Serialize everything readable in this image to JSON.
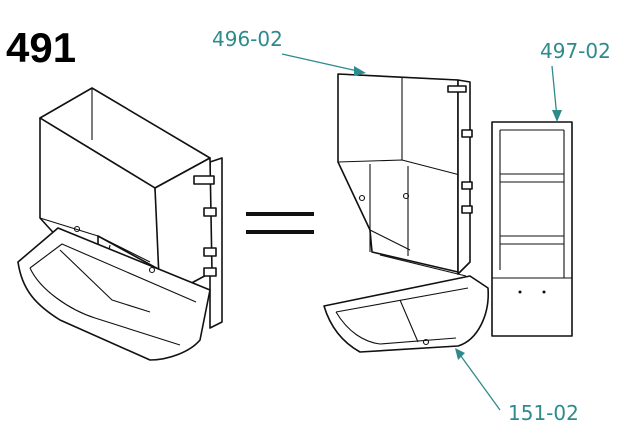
{
  "model_number": "491",
  "callouts": [
    {
      "id": "lid-hopper",
      "label": "496-02"
    },
    {
      "id": "back-panel",
      "label": "497-02"
    },
    {
      "id": "trough",
      "label": "151-02"
    }
  ],
  "colors": {
    "line": "#111111",
    "callout_text": "#2e8b8b",
    "callout_line": "#2e8b8b",
    "background": "#ffffff"
  }
}
